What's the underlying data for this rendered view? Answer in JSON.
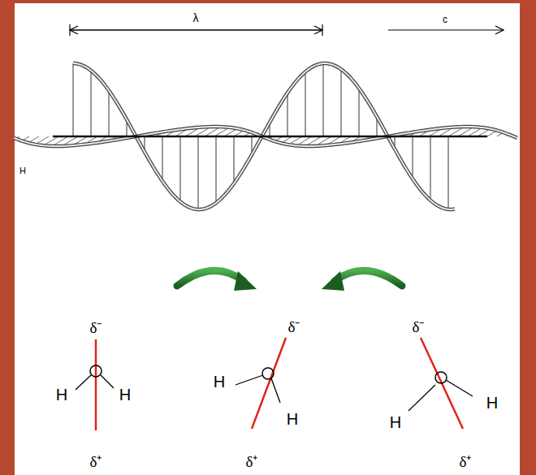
{
  "diagram": {
    "labels": [
      "λ",
      "c",
      "H",
      "δ⁻",
      "H",
      "H",
      "δ⁺",
      "δ⁻",
      "H",
      "H",
      "δ⁺",
      "δ⁻",
      "H",
      "H",
      "δ⁺"
    ]
  }
}
